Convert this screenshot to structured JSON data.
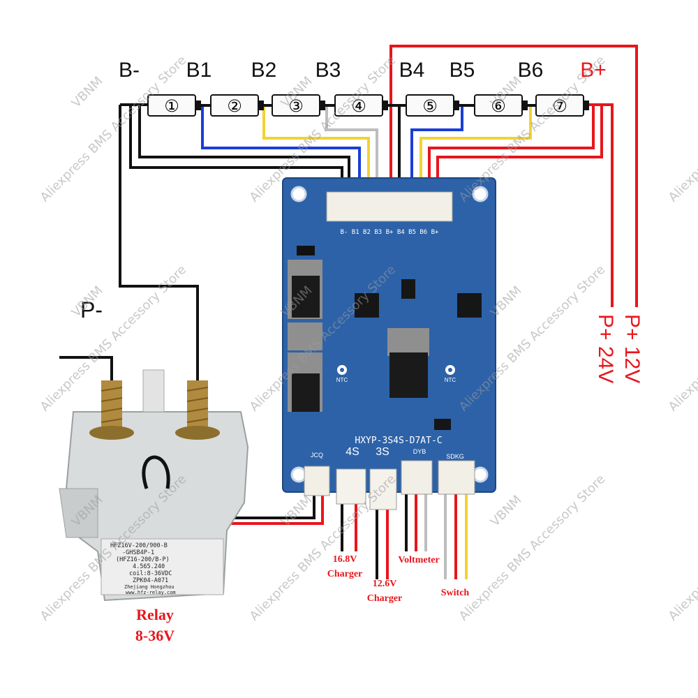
{
  "watermark": {
    "store": "Aliexpress BMS Accessory Store",
    "brand": "VBNM"
  },
  "battery": {
    "taps": [
      "B-",
      "B1",
      "B2",
      "B3",
      "B4",
      "B5",
      "B6",
      "B+"
    ],
    "cells": [
      "①",
      "②",
      "③",
      "④",
      "⑤",
      "⑥",
      "⑦"
    ]
  },
  "outputs": {
    "p_minus": "P-",
    "p_plus_24": "P+ 24V",
    "p_plus_12": "P+ 12V"
  },
  "board": {
    "model": "HXYP-3S4S-D7AT-C",
    "connector_pins": "B- B1 B2 B3 B+ B4 B5 B6 B+",
    "ntc_left": "NTC",
    "ntc_right": "NTC",
    "label_4s": "4S",
    "label_3s": "3S",
    "jcq": "JCQ",
    "dyb": "DYB",
    "sdkg": "SDKG"
  },
  "relay": {
    "caption_line1": "Relay",
    "caption_line2": "8-36V",
    "label_lines": [
      "HFZ16V-200/900-B",
      "-GHSB4P-1",
      "(HFZ16-200/B-P)",
      "4.565.240",
      "coil:8-36VDC",
      "ZPK04-A071",
      "Zhejiang Hongzhou",
      "www.hfz-relay.com"
    ]
  },
  "connectors": {
    "charger_168": [
      "16.8V",
      "Charger"
    ],
    "charger_126": [
      "12.6V",
      "Charger"
    ],
    "voltmeter": "Voltmeter",
    "switch": "Switch"
  },
  "colors": {
    "red": "#e8151b",
    "blue": "#1a3ed6",
    "yellow": "#f2d232",
    "grey": "#bdbdbd",
    "black": "#111111",
    "pcb": "#2d62a8"
  }
}
